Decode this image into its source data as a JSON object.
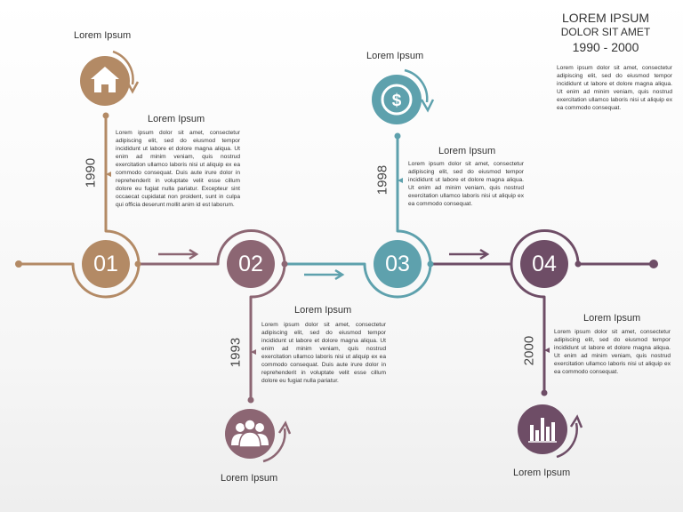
{
  "header": {
    "title": "LOREM IPSUM",
    "subtitle": "DOLOR SIT AMET",
    "range": "1990 - 2000",
    "body": "Lorem ipsum dolor sit amet, consectetur adipiscing elit, sed do eiusmod tempor incididunt ut labore et dolore magna aliqua. Ut enim ad minim veniam, quis nostrud exercitation ullamco laboris nisi ut aliquip ex ea commodo consequat."
  },
  "colors": {
    "brown": "#b38a65",
    "mauve": "#8c6673",
    "teal": "#5ea1ad",
    "plum": "#6e4d66"
  },
  "steps": [
    {
      "number": "01",
      "year": "1990",
      "icon": "home-icon",
      "icon_label": "Lorem Ipsum",
      "title": "Lorem Ipsum",
      "text": "Lorem ipsum dolor sit amet, consectetur adipiscing elit, sed do eiusmod tempor incididunt ut labore et dolore magna aliqua. Ut enim ad minim veniam, quis nostrud exercitation ullamco laboris nisi ut aliquip ex ea commodo consequat. Duis aute irure dolor in reprehenderit in voluptate velit esse cillum dolore eu fugiat nulla pariatur. Excepteur sint occaecat cupidatat non proident, sunt in culpa qui officia deserunt mollit anim id est laborum."
    },
    {
      "number": "02",
      "year": "1993",
      "icon": "people-icon",
      "icon_label": "Lorem Ipsum",
      "title": "Lorem Ipsum",
      "text": "Lorem ipsum dolor sit amet, consectetur adipiscing elit, sed do eiusmod tempor incididunt ut labore et dolore magna aliqua. Ut enim ad minim veniam, quis nostrud exercitation ullamco laboris nisi ut aliquip ex ea commodo consequat. Duis aute irure dolor in reprehenderit in voluptate velit esse cillum dolore eu fugiat nulla pariatur."
    },
    {
      "number": "03",
      "year": "1998",
      "icon": "dollar-icon",
      "icon_label": "Lorem Ipsum",
      "title": "Lorem Ipsum",
      "text": "Lorem ipsum dolor sit amet, consectetur adipiscing elit, sed do eiusmod tempor incididunt ut labore et dolore magna aliqua. Ut enim ad minim veniam, quis nostrud exercitation ullamco laboris nisi ut aliquip ex ea commodo consequat."
    },
    {
      "number": "04",
      "year": "2000",
      "icon": "bar-chart-icon",
      "icon_label": "Lorem Ipsum",
      "title": "Lorem Ipsum",
      "text": "Lorem ipsum dolor sit amet, consectetur adipiscing elit, sed do eiusmod tempor incididunt ut labore et dolore magna aliqua. Ut enim ad minim veniam, quis nostrud exercitation ullamco laboris nisi ut aliquip ex ea commodo consequat."
    }
  ]
}
